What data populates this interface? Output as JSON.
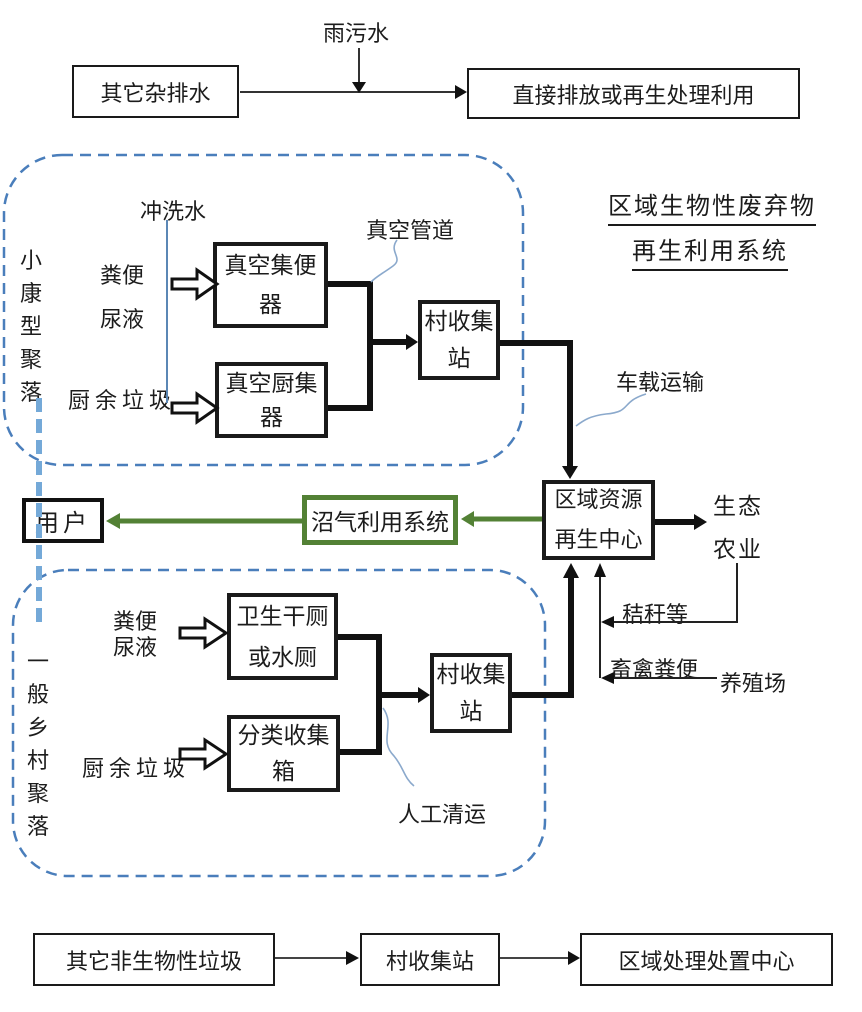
{
  "top": {
    "rain_label": "雨污水",
    "misc_drain_box": "其它杂排水",
    "discharge_box": "直接排放或再生处理利用"
  },
  "title": {
    "line1": "区域生物性废弃物",
    "line2": "再生利用系统"
  },
  "region1": {
    "name_vertical": "小康型聚落",
    "flush_water": "冲洗水",
    "feces": "粪便",
    "urine": "尿液",
    "kitchen_waste": "厨余垃圾",
    "vacuum_toilet_box": {
      "line1": "真空集便",
      "line2": "器"
    },
    "vacuum_kitchen_box": {
      "line1": "真空厨集",
      "line2": "器"
    },
    "village_station_box": {
      "line1": "村收集",
      "line2": "站"
    },
    "vacuum_pipe_label": "真空管道"
  },
  "transport_label": "车载运输",
  "center": {
    "user_box": "用户",
    "biogas_box": "沼气利用系统",
    "resource_center_box": {
      "line1": "区域资源",
      "line2": "再生中心"
    },
    "eco_agriculture": {
      "line1": "生态",
      "line2": "农业"
    },
    "straw_label": "秸秆等",
    "manure_label": "畜禽粪便",
    "farm_label": "养殖场"
  },
  "region2": {
    "name_vertical": "一般乡村聚落",
    "feces": "粪便",
    "urine": "尿液",
    "kitchen_waste": "厨余垃圾",
    "toilet_box": {
      "line1": "卫生干厕",
      "line2": "或水厕"
    },
    "sorting_box": {
      "line1": "分类收集",
      "line2": "箱"
    },
    "village_station_box": {
      "line1": "村收集",
      "line2": "站"
    },
    "manual_label": "人工清运"
  },
  "bottom": {
    "nonbio_box": "其它非生物性垃圾",
    "village_station_box": "村收集站",
    "disposal_box": "区域处理处置中心"
  },
  "colors": {
    "line_black": "#111111",
    "accent_green": "#538135",
    "region_dash_blue": "#4a7ebb",
    "bold_dash_blue": "#74a9d8",
    "thin_line_blue": "#5b87b5",
    "callout_blue": "#8ba9cc"
  }
}
